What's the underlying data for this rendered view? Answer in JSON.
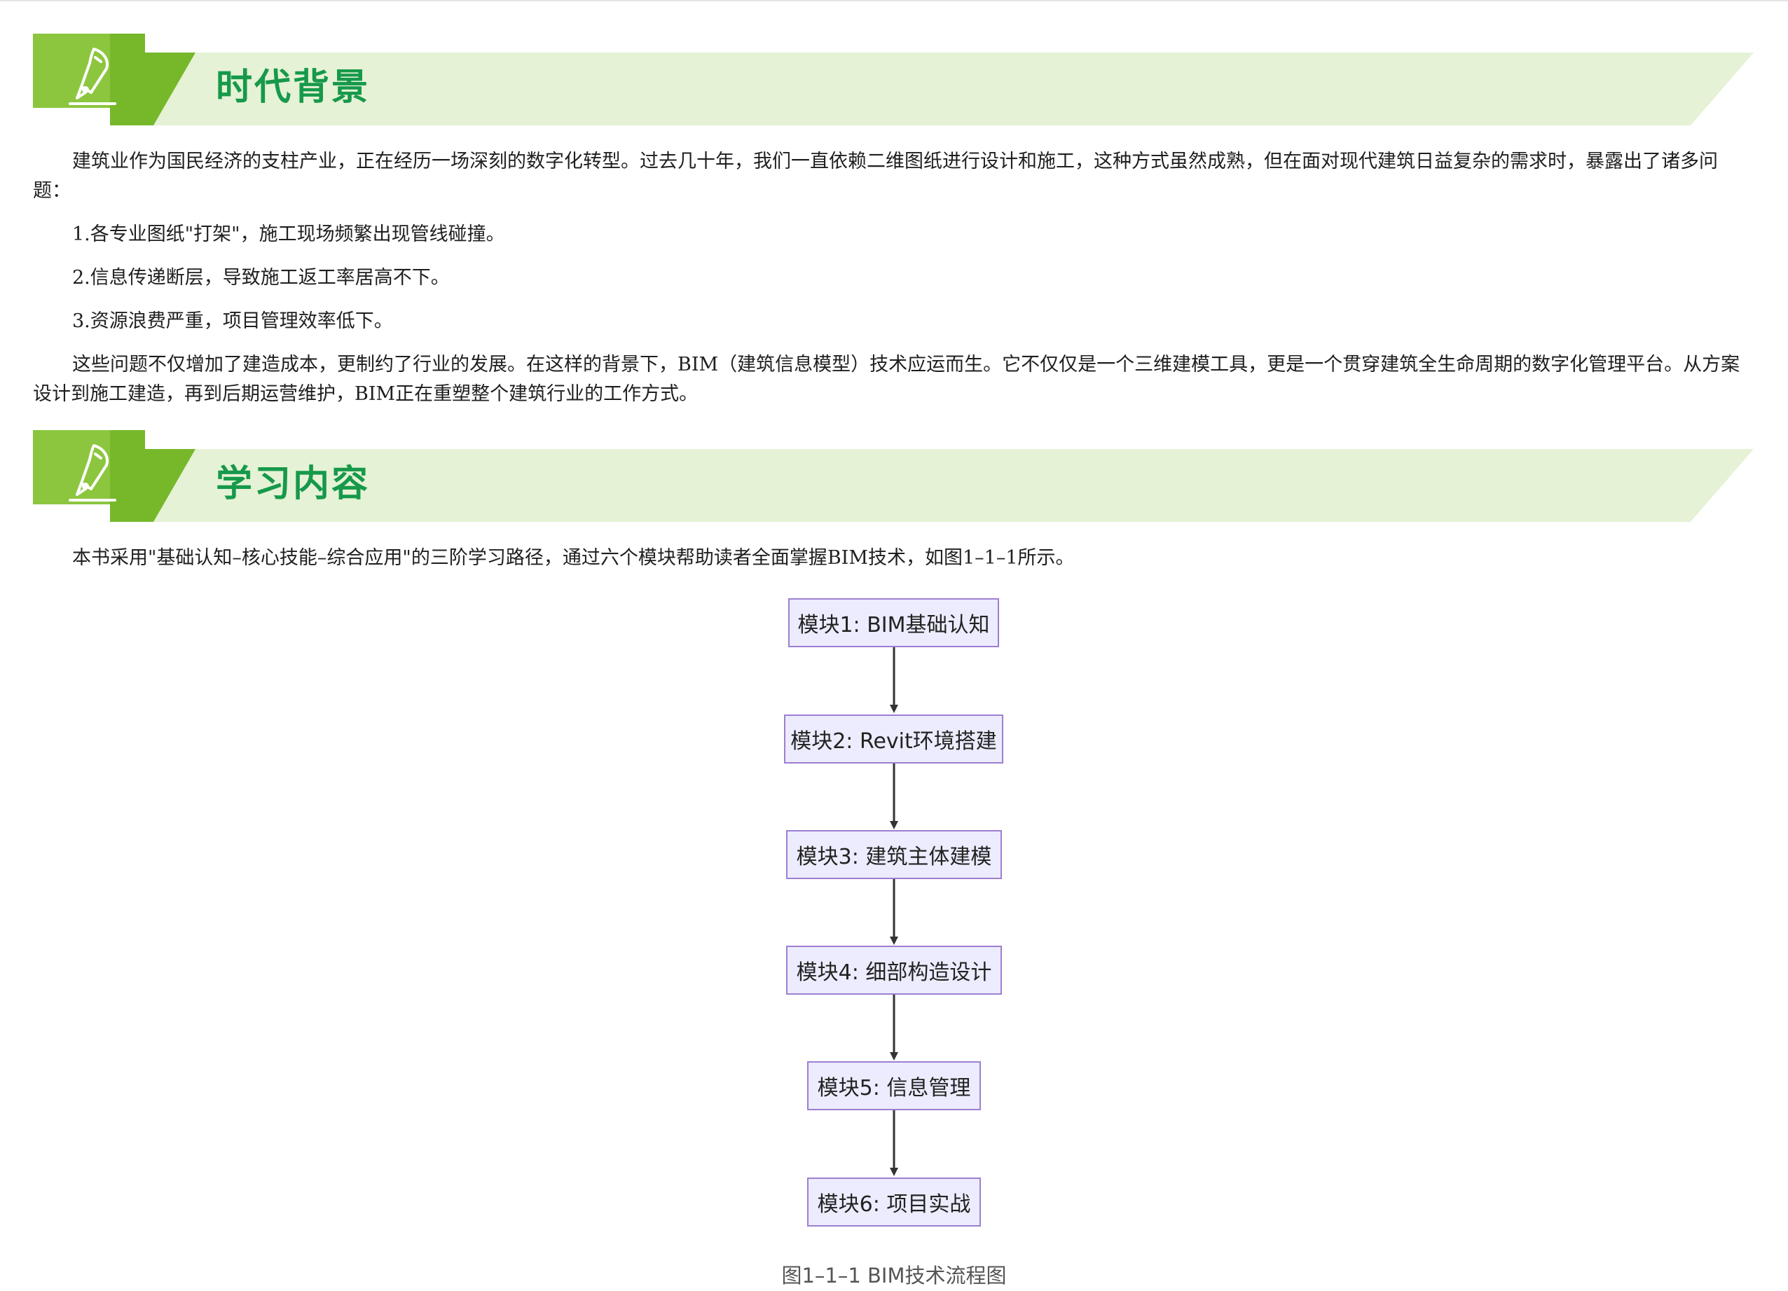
{
  "sections": [
    {
      "title": "时代背景"
    },
    {
      "title": "学习内容"
    }
  ],
  "background": {
    "intro": "建筑业作为国民经济的支柱产业，正在经历一场深刻的数字化转型。过去几十年，我们一直依赖二维图纸进行设计和施工，这种方式虽然成熟，但在面对现代建筑日益复杂的需求时，暴露出了诸多问题：",
    "items": [
      "1.各专业图纸\"打架\"，施工现场频繁出现管线碰撞。",
      "2.信息传递断层，导致施工返工率居高不下。",
      "3.资源浪费严重，项目管理效率低下。"
    ],
    "conclusion": "这些问题不仅增加了建造成本，更制约了行业的发展。在这样的背景下，BIM（建筑信息模型）技术应运而生。它不仅仅是一个三维建模工具，更是一个贯穿建筑全生命周期的数字化管理平台。从方案设计到施工建造，再到后期运营维护，BIM正在重塑整个建筑行业的工作方式。"
  },
  "learning": {
    "intro": "本书采用\"基础认知–核心技能–综合应用\"的三阶学习路径，通过六个模块帮助读者全面掌握BIM技术，如图1–1–1所示。"
  },
  "flowchart": {
    "nodes": [
      "模块1: BIM基础认知",
      "模块2: Revit环境搭建",
      "模块3: 建筑主体建模",
      "模块4: 细部构造设计",
      "模块5: 信息管理",
      "模块6: 项目实战"
    ],
    "caption": "图1–1–1 BIM技术流程图"
  },
  "colors": {
    "title_green": "#16994a",
    "band_light": "#e5f2d5",
    "band_green": "#76b82a",
    "node_fill": "#ececfe",
    "node_border": "#9d7fd1"
  },
  "icons": [
    "pen-nib-icon"
  ]
}
